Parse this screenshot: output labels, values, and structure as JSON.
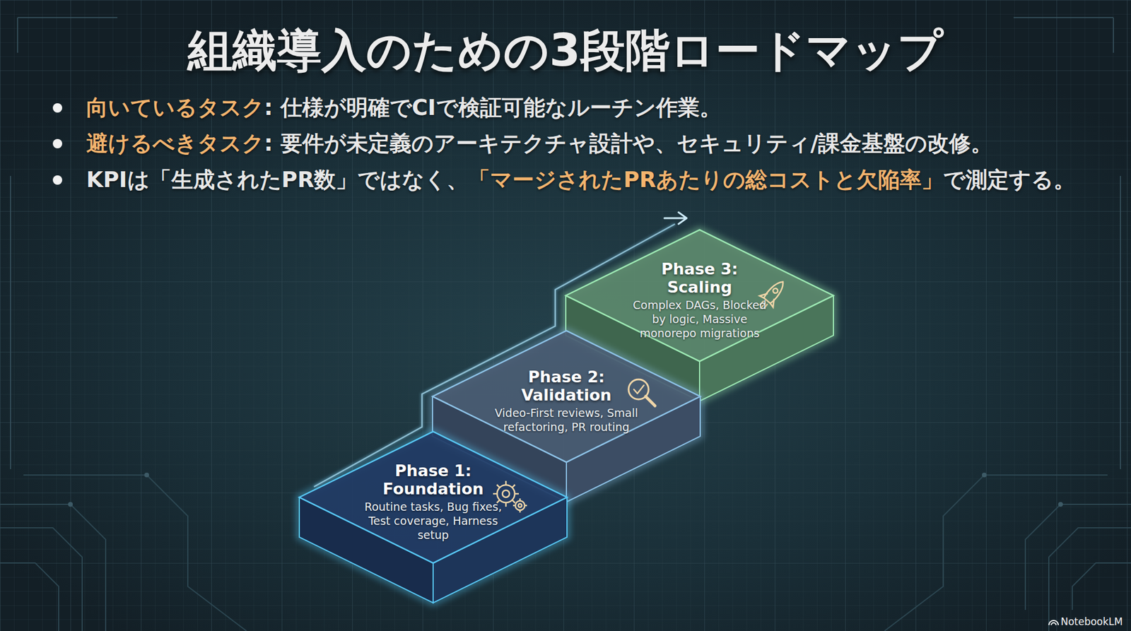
{
  "diagram": {
    "title": "組織導入のための3段階ロードマップ",
    "nodes": [
      {
        "text": [
          "Phase 1: Foundation",
          "Routine tasks, Bug fixes, Test coverage, Harness setup"
        ]
      },
      {
        "text": [
          "Phase 2: Validation",
          "Video-First reviews, Small refactoring, PR routing"
        ]
      },
      {
        "text": [
          "Phase 3: Scaling",
          "Complex DAGs, Blocked by logic, Massive monorepo migrations"
        ]
      }
    ],
    "labels": [
      "向いているタスク",
      ": 仕様が明確でCIで検証可能なルーチン作業。",
      "避けるべきタスク",
      ": 要件が未定義のアーキテクチャ設計や、セキュリティ/課金基盤の改修。",
      "KPIは「生成されたPR数」ではなく、",
      "「マージされたPRあたりの総コストと欠陥率」",
      "で測定する。",
      "NotebookLM"
    ]
  }
}
